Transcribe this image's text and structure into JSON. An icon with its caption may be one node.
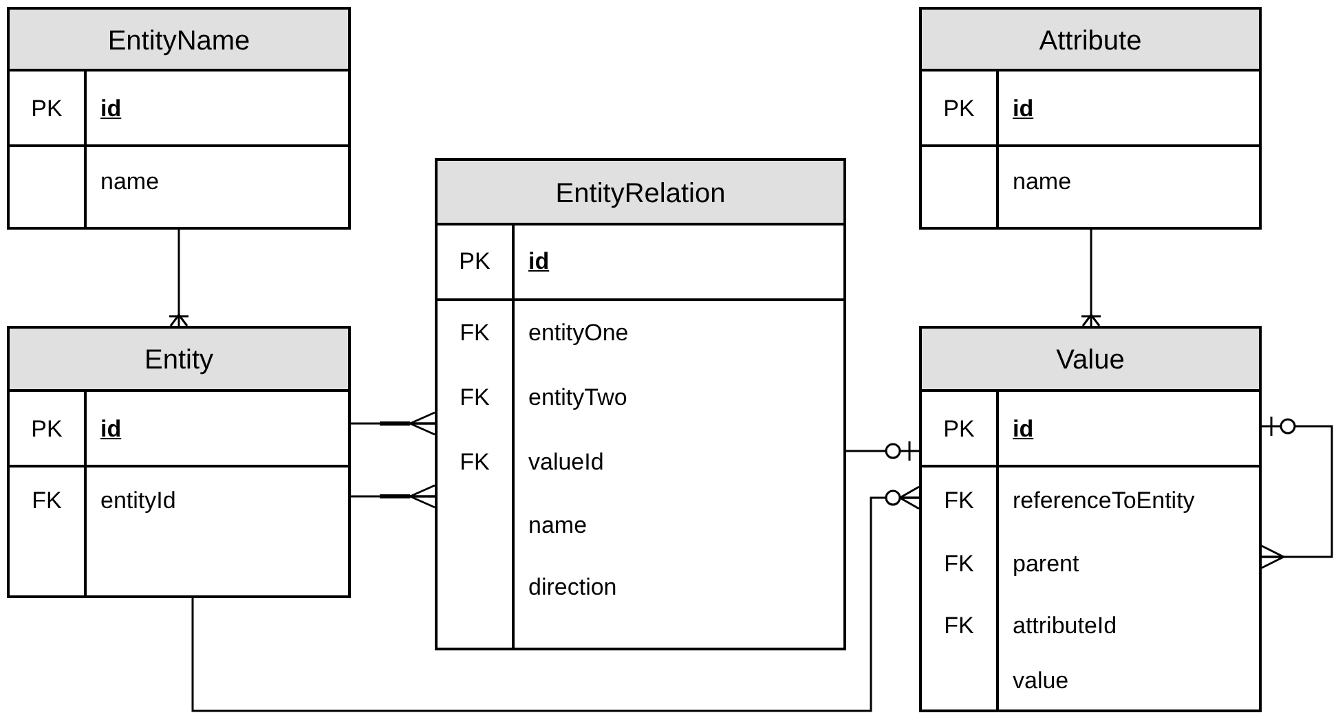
{
  "diagram": {
    "nodes": [
      {
        "text": [
          "EntityName",
          "PK",
          "id",
          "name"
        ]
      },
      {
        "text": [
          "Entity",
          "PK",
          "id",
          "FK",
          "entityId"
        ]
      },
      {
        "text": [
          "EntityRelation",
          "PK",
          "id",
          "FK",
          "entityOne",
          "FK",
          "entityTwo",
          "FK",
          "valueId",
          "name",
          "direction"
        ]
      },
      {
        "text": [
          "Attribute",
          "PK",
          "id",
          "name"
        ]
      },
      {
        "text": [
          "Value",
          "PK",
          "id",
          "FK",
          "referenceToEntity",
          "FK",
          "parent",
          "FK",
          "attributeId",
          "value"
        ]
      }
    ],
    "edges": [
      {
        "from": 0,
        "to": 1,
        "arrow": "other"
      },
      {
        "from": 1,
        "to": 2,
        "arrow": "other"
      },
      {
        "from": 1,
        "to": 2,
        "arrow": "other"
      },
      {
        "from": 2,
        "to": 4,
        "arrow": "other"
      },
      {
        "from": 1,
        "to": 4,
        "arrow": "other"
      },
      {
        "from": 3,
        "to": 4,
        "arrow": "other"
      },
      {
        "from": 4,
        "to": 4,
        "arrow": "other"
      }
    ]
  }
}
